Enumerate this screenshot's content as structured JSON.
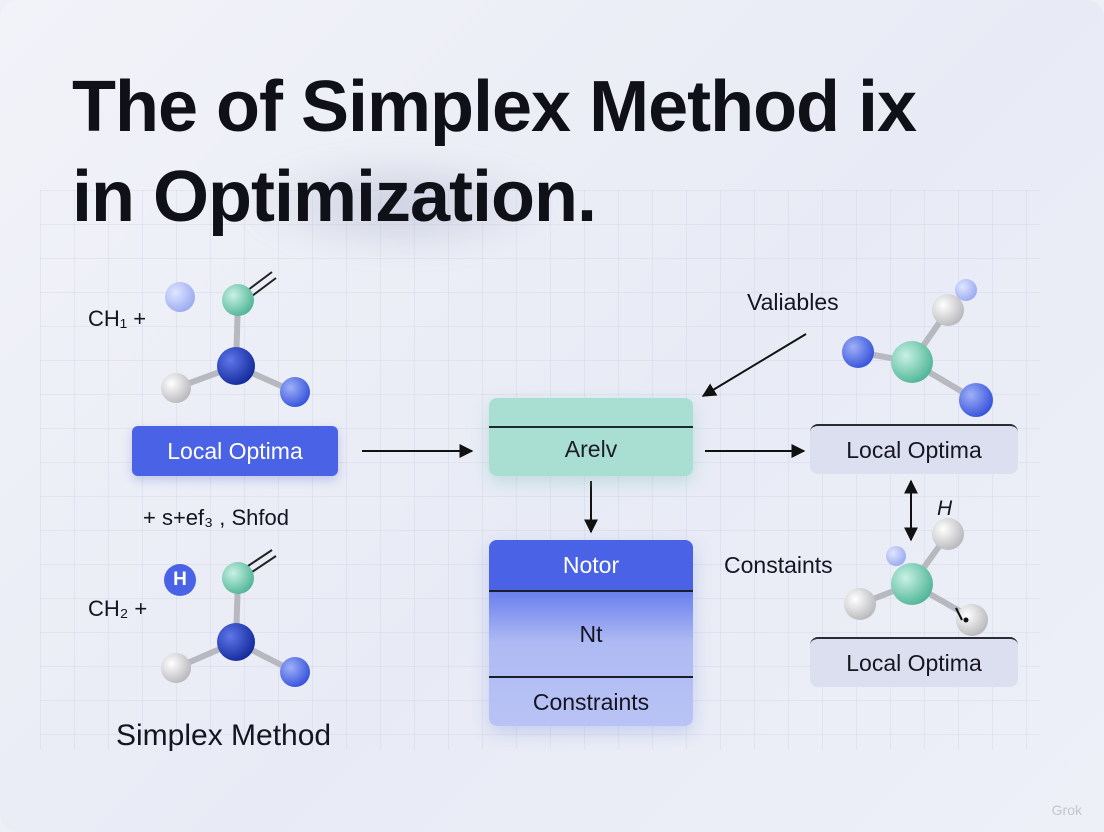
{
  "title": {
    "line1": "The of Simplex Method ix",
    "line2": "in Optimization."
  },
  "left": {
    "formula_top": "CH₁ +",
    "box_label": "Local Optima",
    "expression": "+ s+ef₃ , Shfod",
    "formula_bottom": "CH₂ +",
    "h_badge": "H",
    "caption": "Simplex Method"
  },
  "center": {
    "top_box_label": "Arelv",
    "stack_header": "Notor",
    "stack_middle": "Nt",
    "stack_bottom": "Constraints"
  },
  "right": {
    "variables_label": "Valiables",
    "top_box_label": "Local Optima",
    "h_label": "H",
    "constraints_label": "Constaints",
    "bottom_box_label": "Local Optima"
  },
  "watermark": "Grok",
  "colors": {
    "accent_blue": "#4a63e6",
    "teal_box": "#a9dfd3",
    "gray_box": "#dcdff0",
    "atom_teal": "#6fcfb0",
    "atom_dark_blue": "#1c35b8",
    "atom_blue": "#5572ea",
    "atom_gray": "#d8d8d8"
  },
  "molecules": [
    "molecule-top-left",
    "molecule-bottom-left",
    "molecule-top-right",
    "molecule-bottom-right"
  ]
}
